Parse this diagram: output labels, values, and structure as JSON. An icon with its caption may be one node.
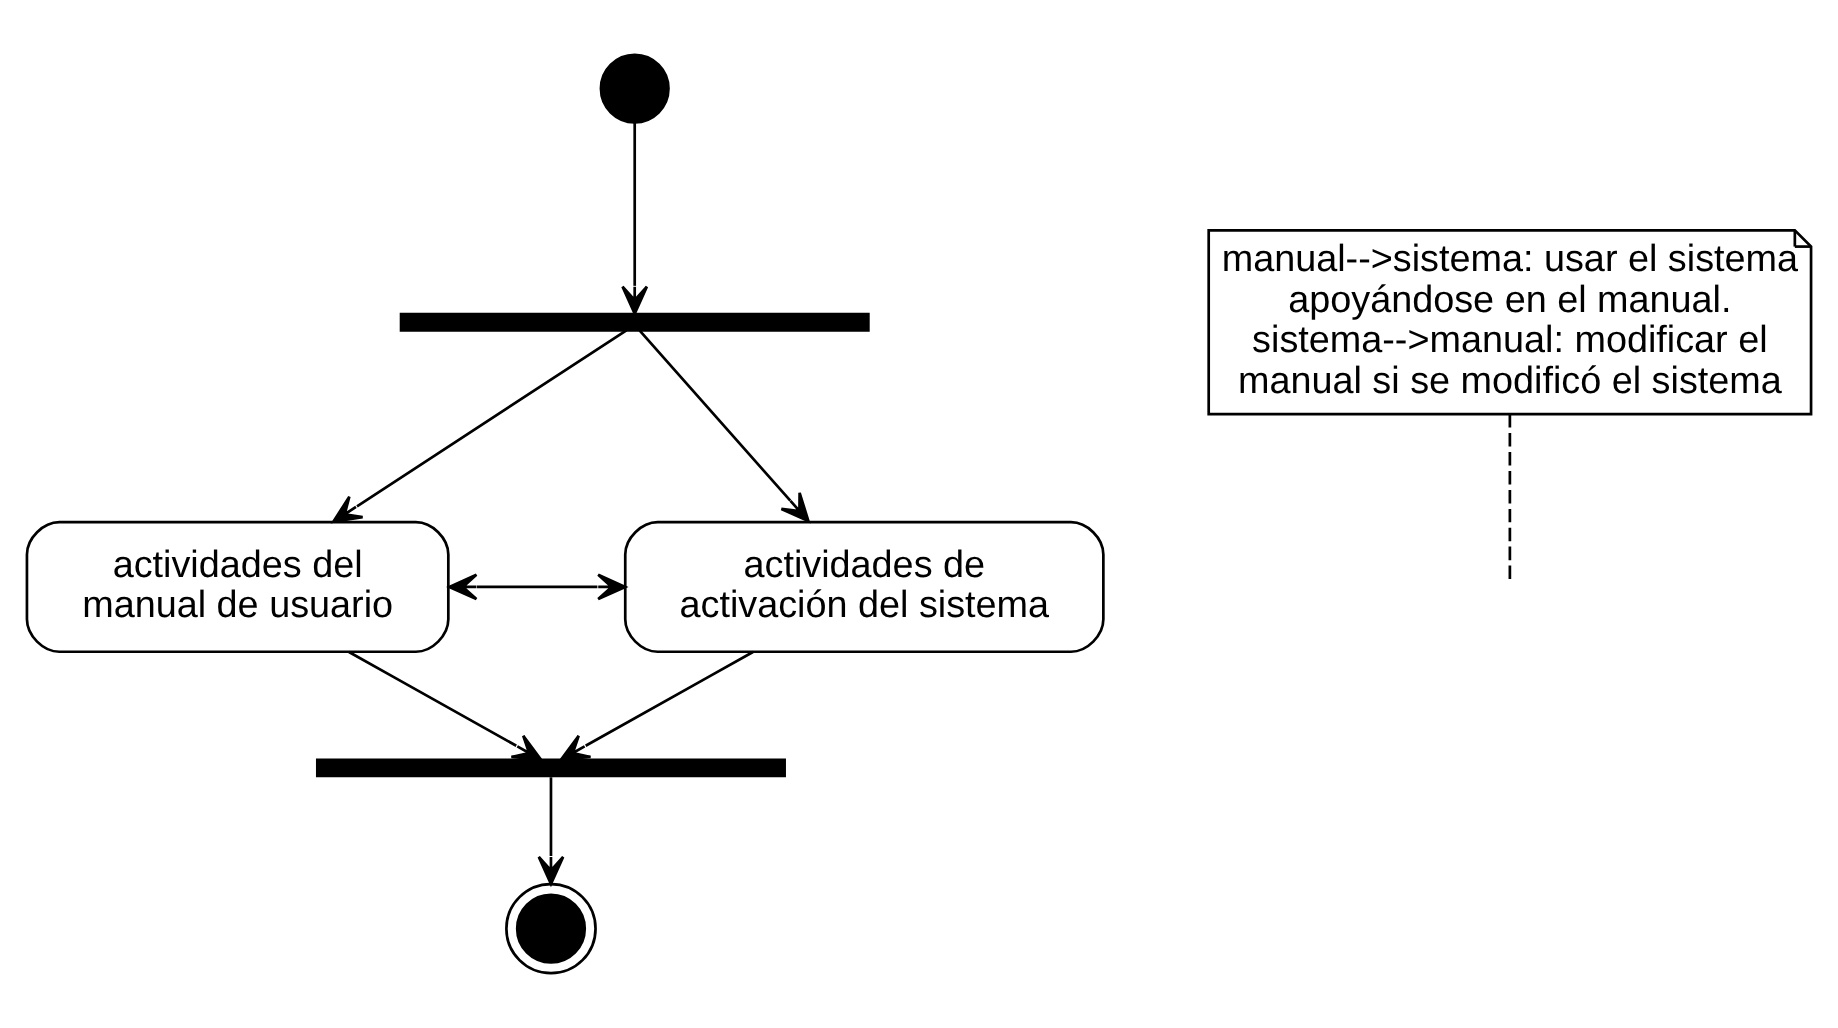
{
  "diagram": {
    "nodes": [
      {
        "text": [],
        "shape": "circle"
      },
      {
        "text": [],
        "shape": "bar"
      },
      {
        "text": [
          "actividades del manual de usuario"
        ]
      },
      {
        "text": [
          "actividades de activación del sistema"
        ]
      },
      {
        "text": [],
        "shape": "bar"
      },
      {
        "text": [],
        "shape": "circle"
      },
      {
        "text": [
          "manual-->sistema: usar el sistema apoyándose en el manual. sistema-->manual: modificar el manual si se modificó el sistema"
        ]
      }
    ],
    "edges": [
      {
        "from": 0,
        "to": 1,
        "arrow": "to"
      },
      {
        "from": 1,
        "to": 2,
        "arrow": "to"
      },
      {
        "from": 1,
        "to": 3,
        "arrow": "to"
      },
      {
        "from": 2,
        "to": 3,
        "arrow": "both"
      },
      {
        "from": 2,
        "to": 4,
        "arrow": "to"
      },
      {
        "from": 3,
        "to": 4,
        "arrow": "to"
      },
      {
        "from": 4,
        "to": 5,
        "arrow": "to"
      },
      {
        "from": 6,
        "to": null,
        "arrow": "none",
        "style": "dashed"
      }
    ]
  }
}
